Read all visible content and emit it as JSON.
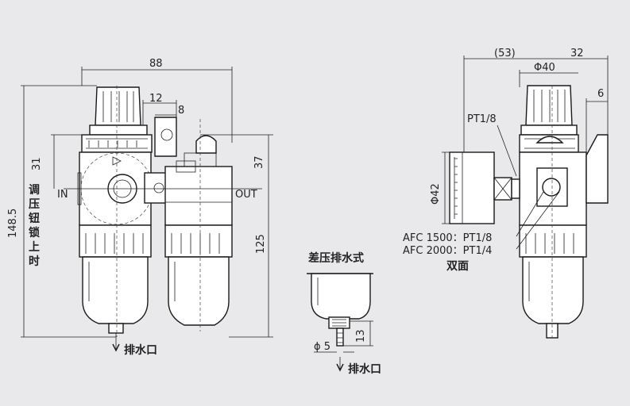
{
  "dimensions": {
    "d88": "88",
    "d12": "12",
    "d8": "8",
    "d31": "31",
    "d148_5": "148.5",
    "d37": "37",
    "d125": "125",
    "d53": "(53)",
    "d32": "32",
    "d40": "Φ40",
    "d6": "6",
    "d42": "Φ42",
    "d5": "ϕ 5",
    "d13": "13"
  },
  "labels": {
    "in": "IN",
    "out": "OUT",
    "pt18": "PT1/8",
    "afc1500": "AFC 1500：PT1/8",
    "afc2000": "AFC 2000：PT1/4",
    "double_side": "双面",
    "drain_left": "排水口",
    "drain_mid": "排水口",
    "diff_drain": "差压排水式",
    "knob_lock": [
      "调",
      "压",
      "钮",
      "锁",
      "上",
      "时"
    ]
  }
}
